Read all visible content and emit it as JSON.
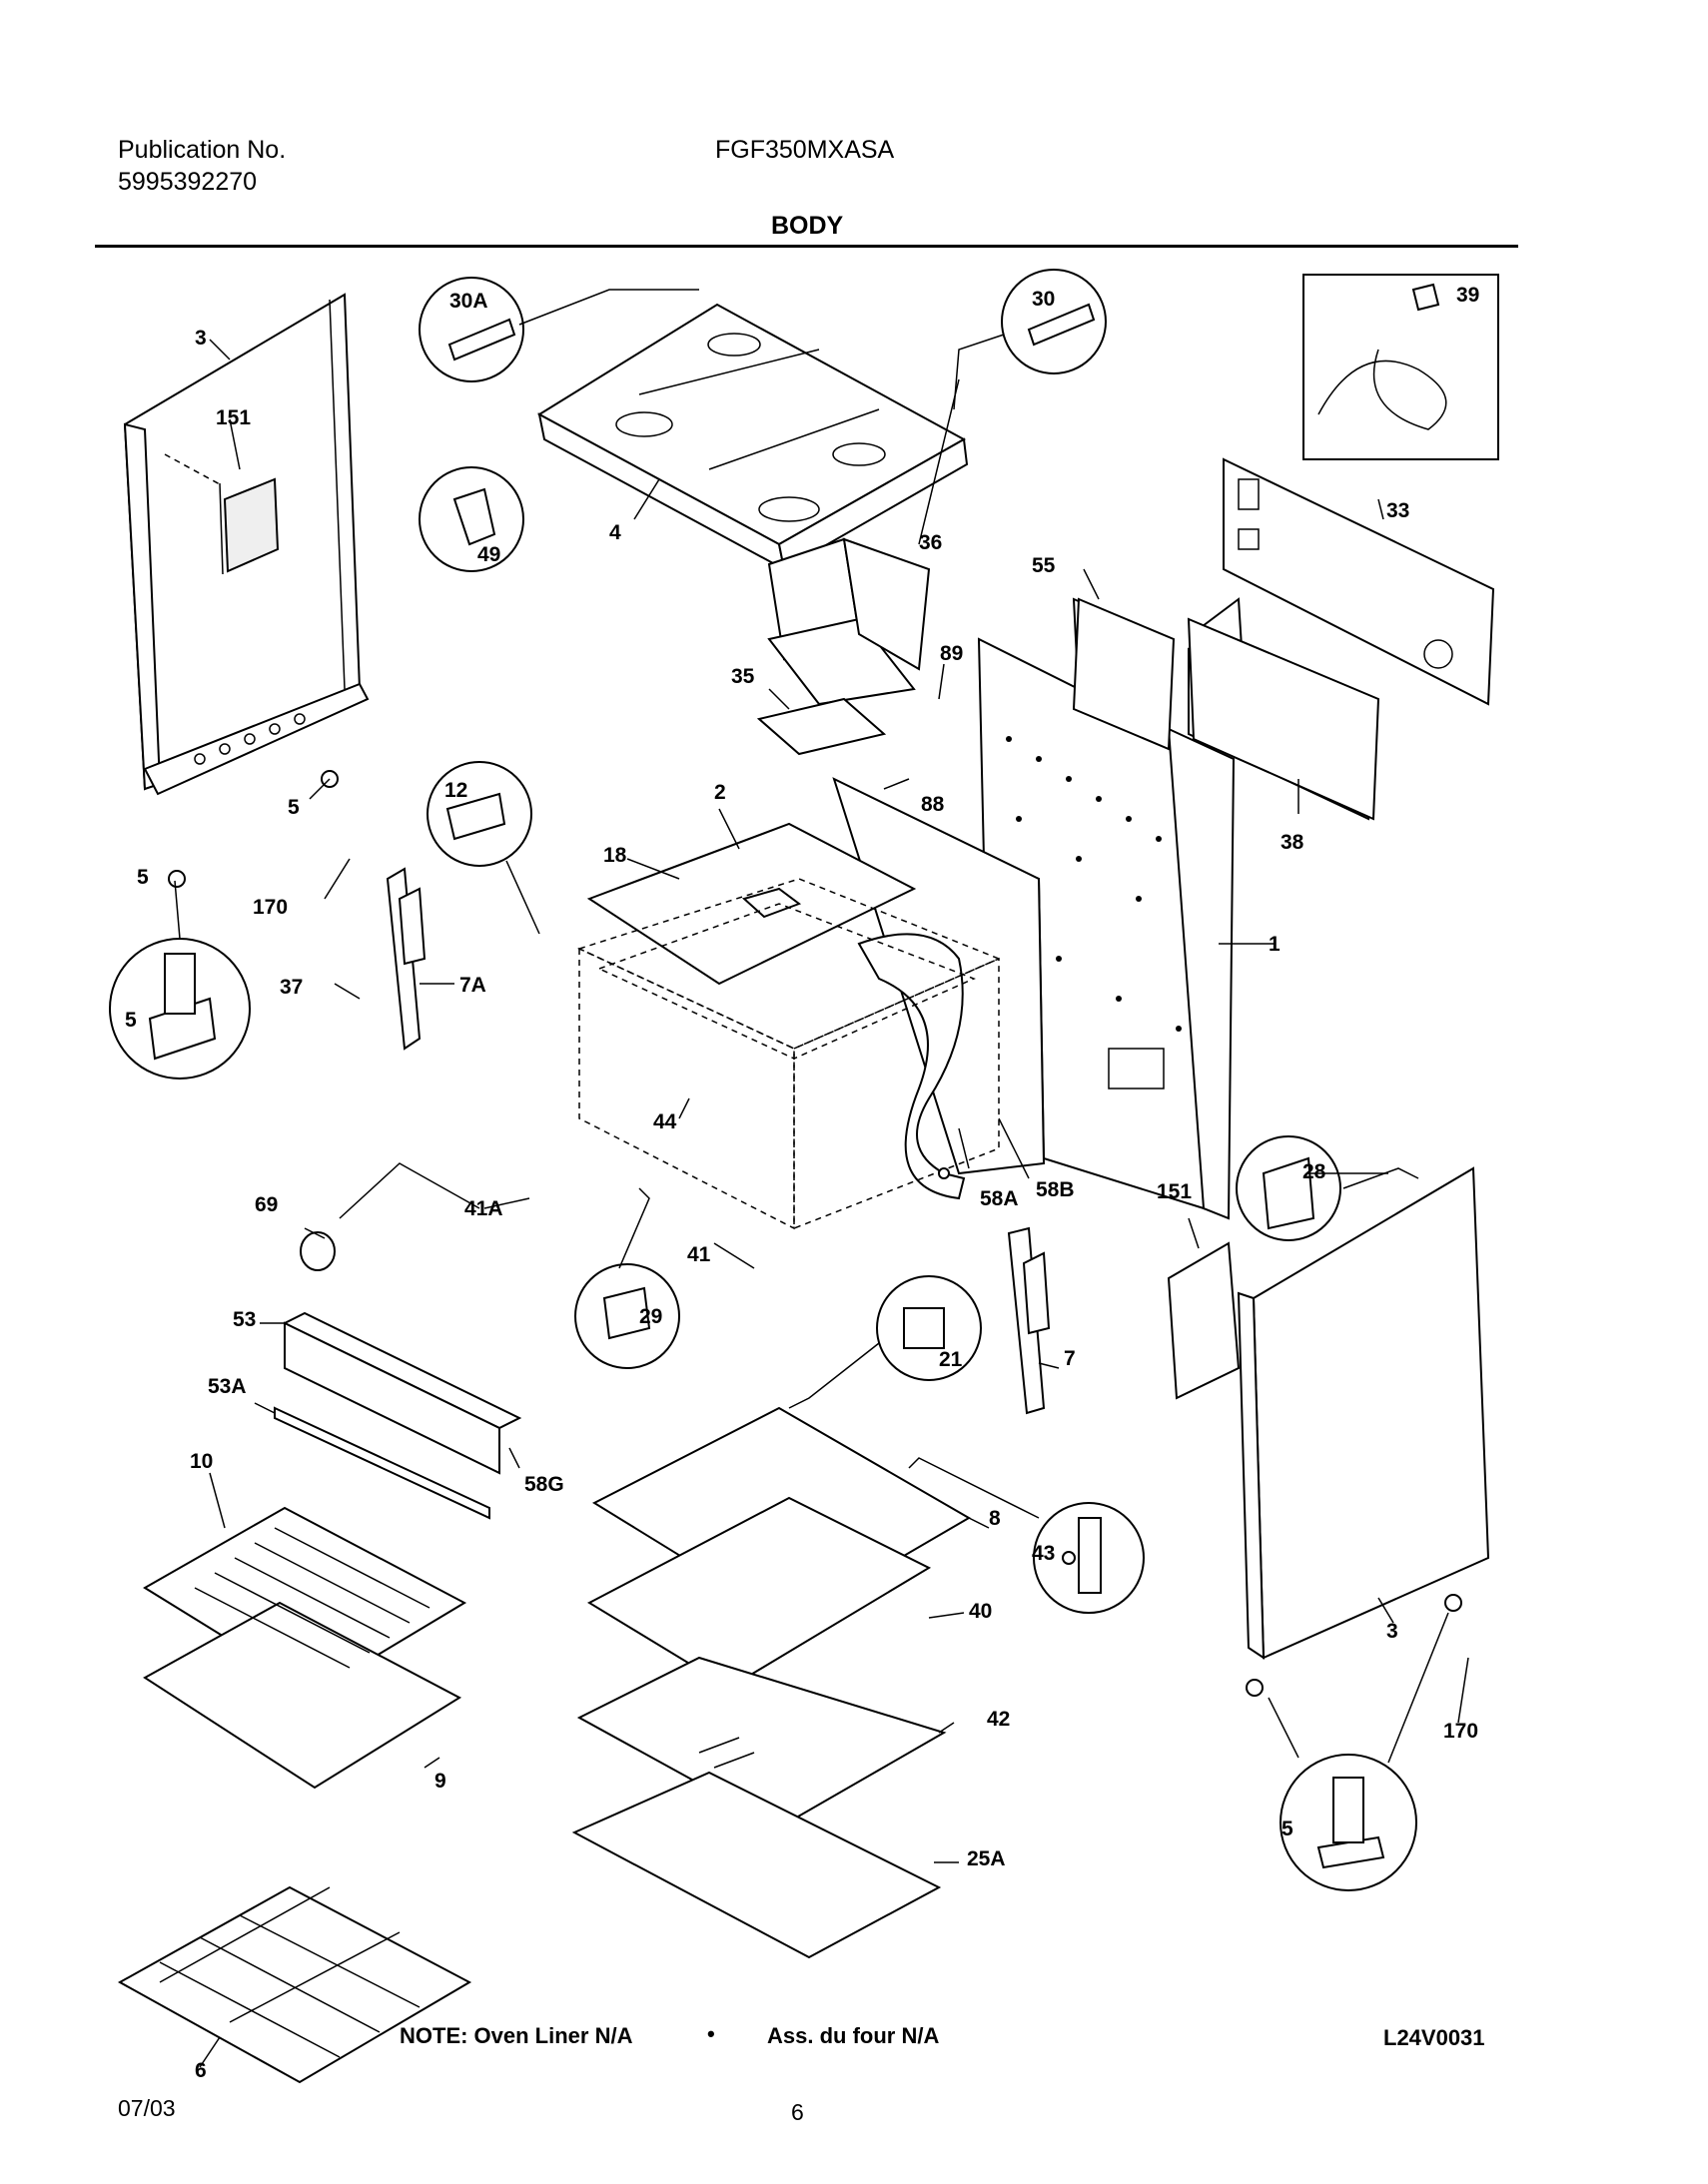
{
  "header": {
    "publication_label": "Publication No.",
    "publication_number": "5995392270",
    "model": "FGF350MXASA",
    "section": "BODY"
  },
  "footer": {
    "note": "NOTE: Oven Liner N/A",
    "bullet": "•",
    "note_fr": "Ass. du four N/A",
    "drawing_id": "L24V0031",
    "date": "07/03",
    "page": "6"
  },
  "callouts": {
    "c30A": "30A",
    "c30": "30",
    "c39": "39",
    "c3a": "3",
    "c151a": "151",
    "c4": "4",
    "c49": "49",
    "c33": "33",
    "c36": "36",
    "c55": "55",
    "c89": "89",
    "c35": "35",
    "c88": "88",
    "c38": "38",
    "c12": "12",
    "c2": "2",
    "c5a": "5",
    "c5b": "5",
    "c5c": "5",
    "c170a": "170",
    "c18": "18",
    "c1": "1",
    "c37": "37",
    "c7A": "7A",
    "c44": "44",
    "c58A": "58A",
    "c58B": "58B",
    "c151b": "151",
    "c28": "28",
    "c69": "69",
    "c41A": "41A",
    "c41": "41",
    "c29": "29",
    "c21": "21",
    "c7": "7",
    "c53": "53",
    "c53A": "53A",
    "c58G": "58G",
    "c10": "10",
    "c8": "8",
    "c43": "43",
    "c40": "40",
    "c3b": "3",
    "c42": "42",
    "c9": "9",
    "c25A": "25A",
    "c170b": "170",
    "c5d": "5",
    "c6": "6"
  }
}
